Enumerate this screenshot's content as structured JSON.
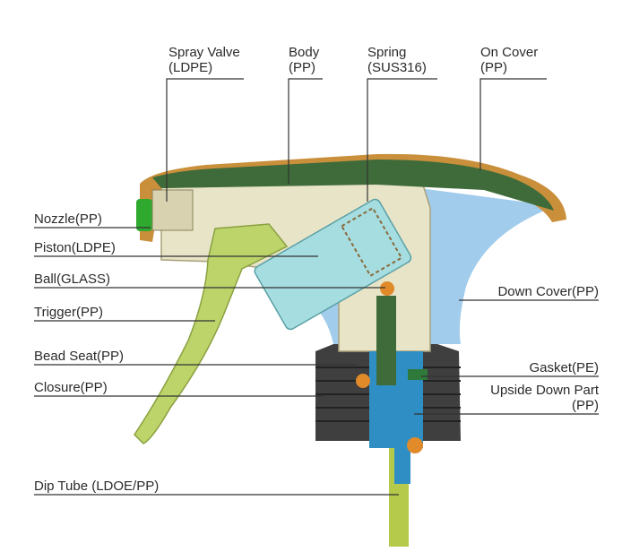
{
  "labels": {
    "spray_valve": {
      "name": "Spray Valve",
      "material": "(LDPE)"
    },
    "body": {
      "name": "Body",
      "material": "(PP)"
    },
    "spring": {
      "name": "Spring",
      "material": "(SUS316)"
    },
    "on_cover": {
      "name": "On Cover",
      "material": "(PP)"
    },
    "nozzle": "Nozzle(PP)",
    "piston": "Piston(LDPE)",
    "ball": "Ball(GLASS)",
    "trigger": "Trigger(PP)",
    "bead_seat": "Bead Seat(PP)",
    "closure": "Closure(PP)",
    "dip_tube": "Dip Tube (LDOE/PP)",
    "down_cover": "Down Cover(PP)",
    "gasket": "Gasket(PE)",
    "upside_down_part": {
      "name": "Upside Down Part",
      "material": "(PP)"
    }
  },
  "colors": {
    "head_shell": "#c98f3a",
    "head_inner": "#3f6b3a",
    "body": "#e8e4c8",
    "piston": "#a6dde0",
    "down_cover": "#9cc9ea",
    "trigger": "#bcd46a",
    "closure": "#3f3f3f",
    "upside_down": "#2f8fc4",
    "dip_tube": "#b5c94a",
    "ball": "#e08a2a",
    "nozzle_tip": "#2faa2f"
  }
}
